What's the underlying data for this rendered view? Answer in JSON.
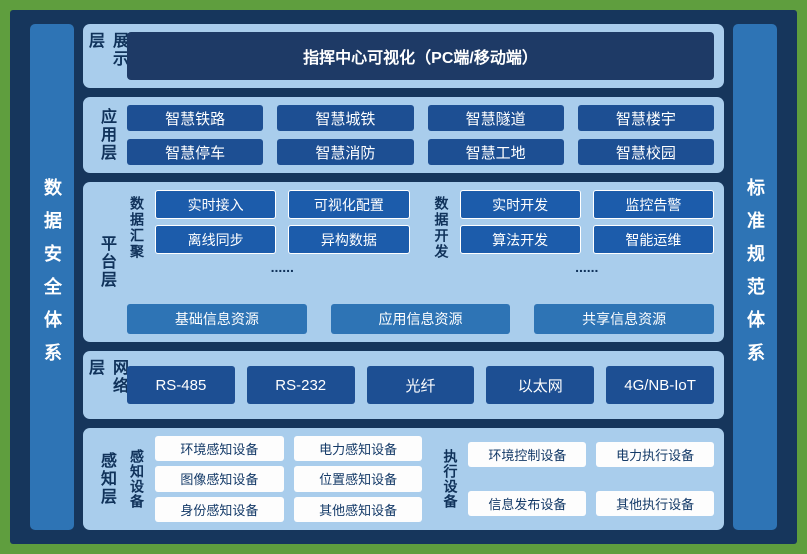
{
  "frame": {
    "left_bar": "数据安全体系",
    "right_bar": "标准规范体系"
  },
  "layers": {
    "presentation": {
      "label": "展示层",
      "box": "指挥中心可视化（PC端/移动端）"
    },
    "application": {
      "label": "应用层",
      "items": [
        "智慧铁路",
        "智慧城铁",
        "智慧隧道",
        "智慧楼宇",
        "智慧停车",
        "智慧消防",
        "智慧工地",
        "智慧校园"
      ]
    },
    "platform": {
      "label": "平台层",
      "groups": [
        {
          "label": "数据汇聚",
          "items": [
            "实时接入",
            "可视化配置",
            "离线同步",
            "异构数据"
          ],
          "more": "......"
        },
        {
          "label": "数据开发",
          "items": [
            "实时开发",
            "监控告警",
            "算法开发",
            "智能运维"
          ],
          "more": "......"
        }
      ],
      "resources": [
        "基础信息资源",
        "应用信息资源",
        "共享信息资源"
      ]
    },
    "network": {
      "label": "网络层",
      "items": [
        "RS-485",
        "RS-232",
        "光纤",
        "以太网",
        "4G/NB-IoT"
      ]
    },
    "perception": {
      "label": "感知层",
      "groups": [
        {
          "label": "感知设备",
          "items": [
            "环境感知设备",
            "电力感知设备",
            "图像感知设备",
            "位置感知设备",
            "身份感知设备",
            "其他感知设备"
          ]
        },
        {
          "label": "执行设备",
          "items": [
            "环境控制设备",
            "电力执行设备",
            "信息发布设备",
            "其他执行设备"
          ]
        }
      ]
    }
  }
}
